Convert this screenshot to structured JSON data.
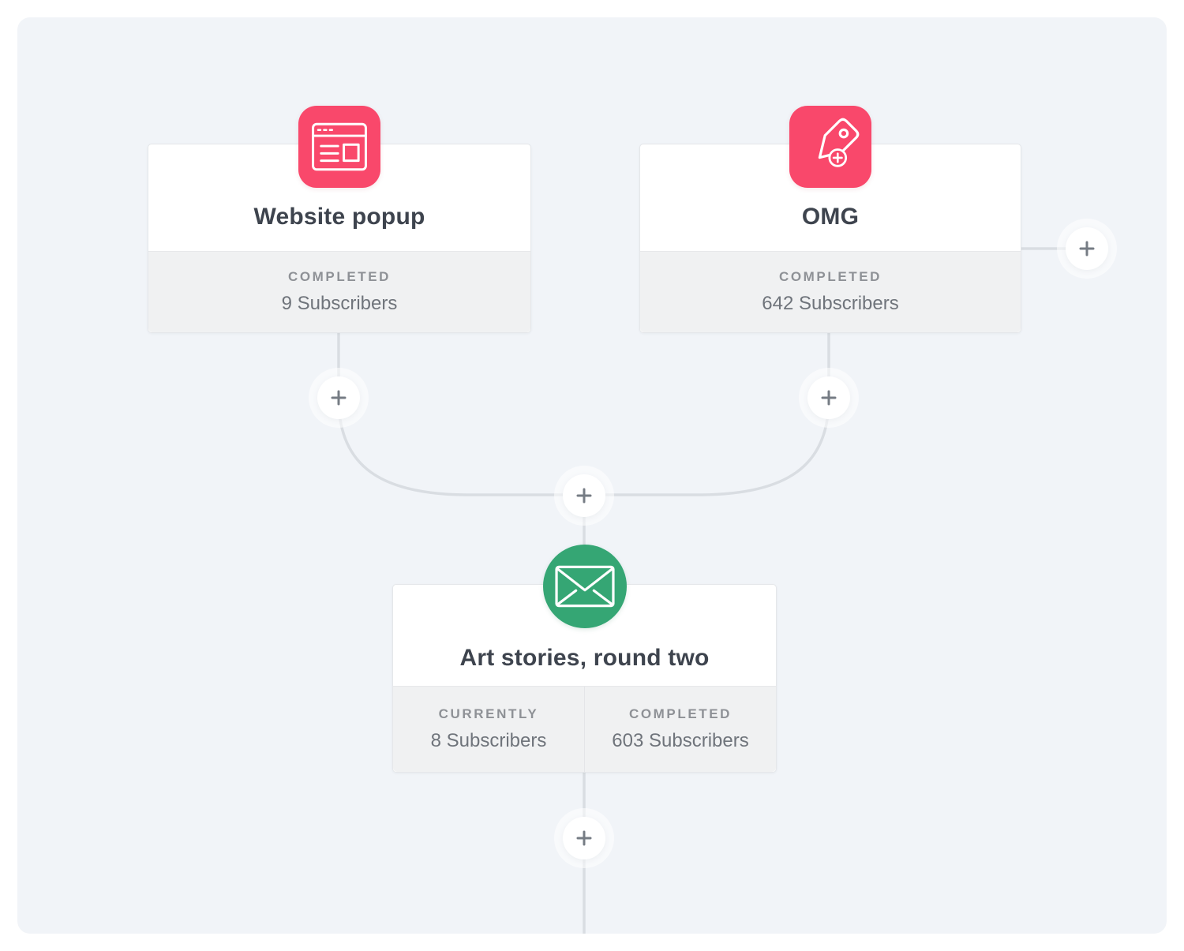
{
  "colors": {
    "canvas_background": "#F1F4F8",
    "page_background": "#FFFFFF",
    "node_accent_pink": "#F9486B",
    "node_accent_green": "#35A674",
    "connector_line": "#D9DDE2",
    "stats_background": "#F0F1F2"
  },
  "workflow": {
    "nodes": [
      {
        "title": "Website popup",
        "type_icon": "browser-window-icon",
        "icon_color": "#F9486B",
        "stats": [
          {
            "label": "COMPLETED",
            "value": "9 Subscribers"
          }
        ]
      },
      {
        "title": "OMG",
        "type_icon": "tag-add-icon",
        "icon_color": "#F9486B",
        "stats": [
          {
            "label": "COMPLETED",
            "value": "642 Subscribers"
          }
        ]
      },
      {
        "title": "Art stories, round two",
        "type_icon": "envelope-icon",
        "icon_color": "#35A674",
        "stats": [
          {
            "label": "CURRENTLY",
            "value": "8 Subscribers"
          },
          {
            "label": "COMPLETED",
            "value": "603 Subscribers"
          }
        ]
      }
    ],
    "ui": {
      "add_button_icon": "plus-icon"
    }
  }
}
